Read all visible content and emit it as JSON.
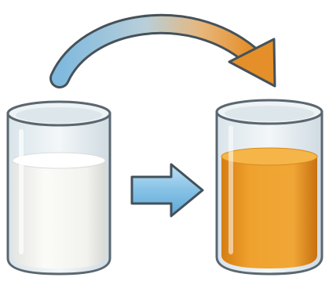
{
  "diagram": {
    "left_glass": {
      "contents": "milk",
      "fill_level": 0.78,
      "liquid_color": "#f4f4ef"
    },
    "right_glass": {
      "contents": "orange juice",
      "fill_level": 0.78,
      "liquid_color": "#e8951c"
    },
    "colors": {
      "glass_outline": "#5b6770",
      "glass_body": "#e6eef2",
      "arrow_blue": "#8cc3e4",
      "arrow_orange": "#e9962f",
      "background": "#ffffff"
    },
    "icons": [
      "curved-arrow-icon",
      "right-arrow-icon",
      "glass-icon"
    ]
  }
}
